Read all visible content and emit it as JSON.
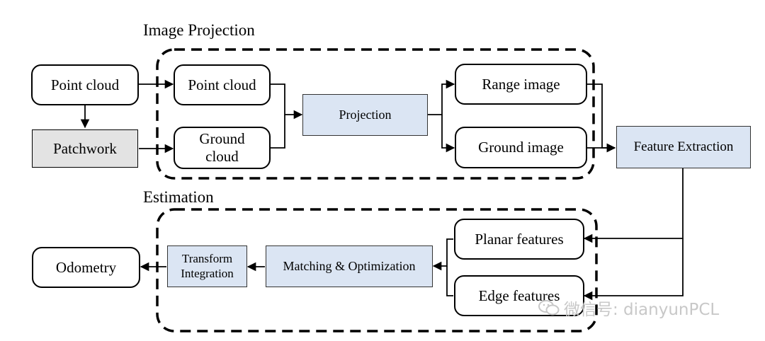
{
  "groups": {
    "image_projection": "Image Projection",
    "estimation": "Estimation"
  },
  "nodes": {
    "point_cloud_input": "Point cloud",
    "patchwork": "Patchwork",
    "point_cloud": "Point cloud",
    "ground_cloud": "Ground\ncloud",
    "projection": "Projection",
    "range_image": "Range image",
    "ground_image": "Ground image",
    "feature_extraction": "Feature Extraction",
    "planar_features": "Planar features",
    "edge_features": "Edge features",
    "matching_optimization": "Matching & Optimization",
    "transform_integration": "Transform\nIntegration",
    "odometry": "Odometry"
  },
  "watermark": {
    "icon": "wechat-icon",
    "text": "微信号: dianyunPCL"
  },
  "colors": {
    "module_fill": "#dbe5f3",
    "patchwork_fill": "#e3e3e3",
    "stroke": "#000000"
  }
}
